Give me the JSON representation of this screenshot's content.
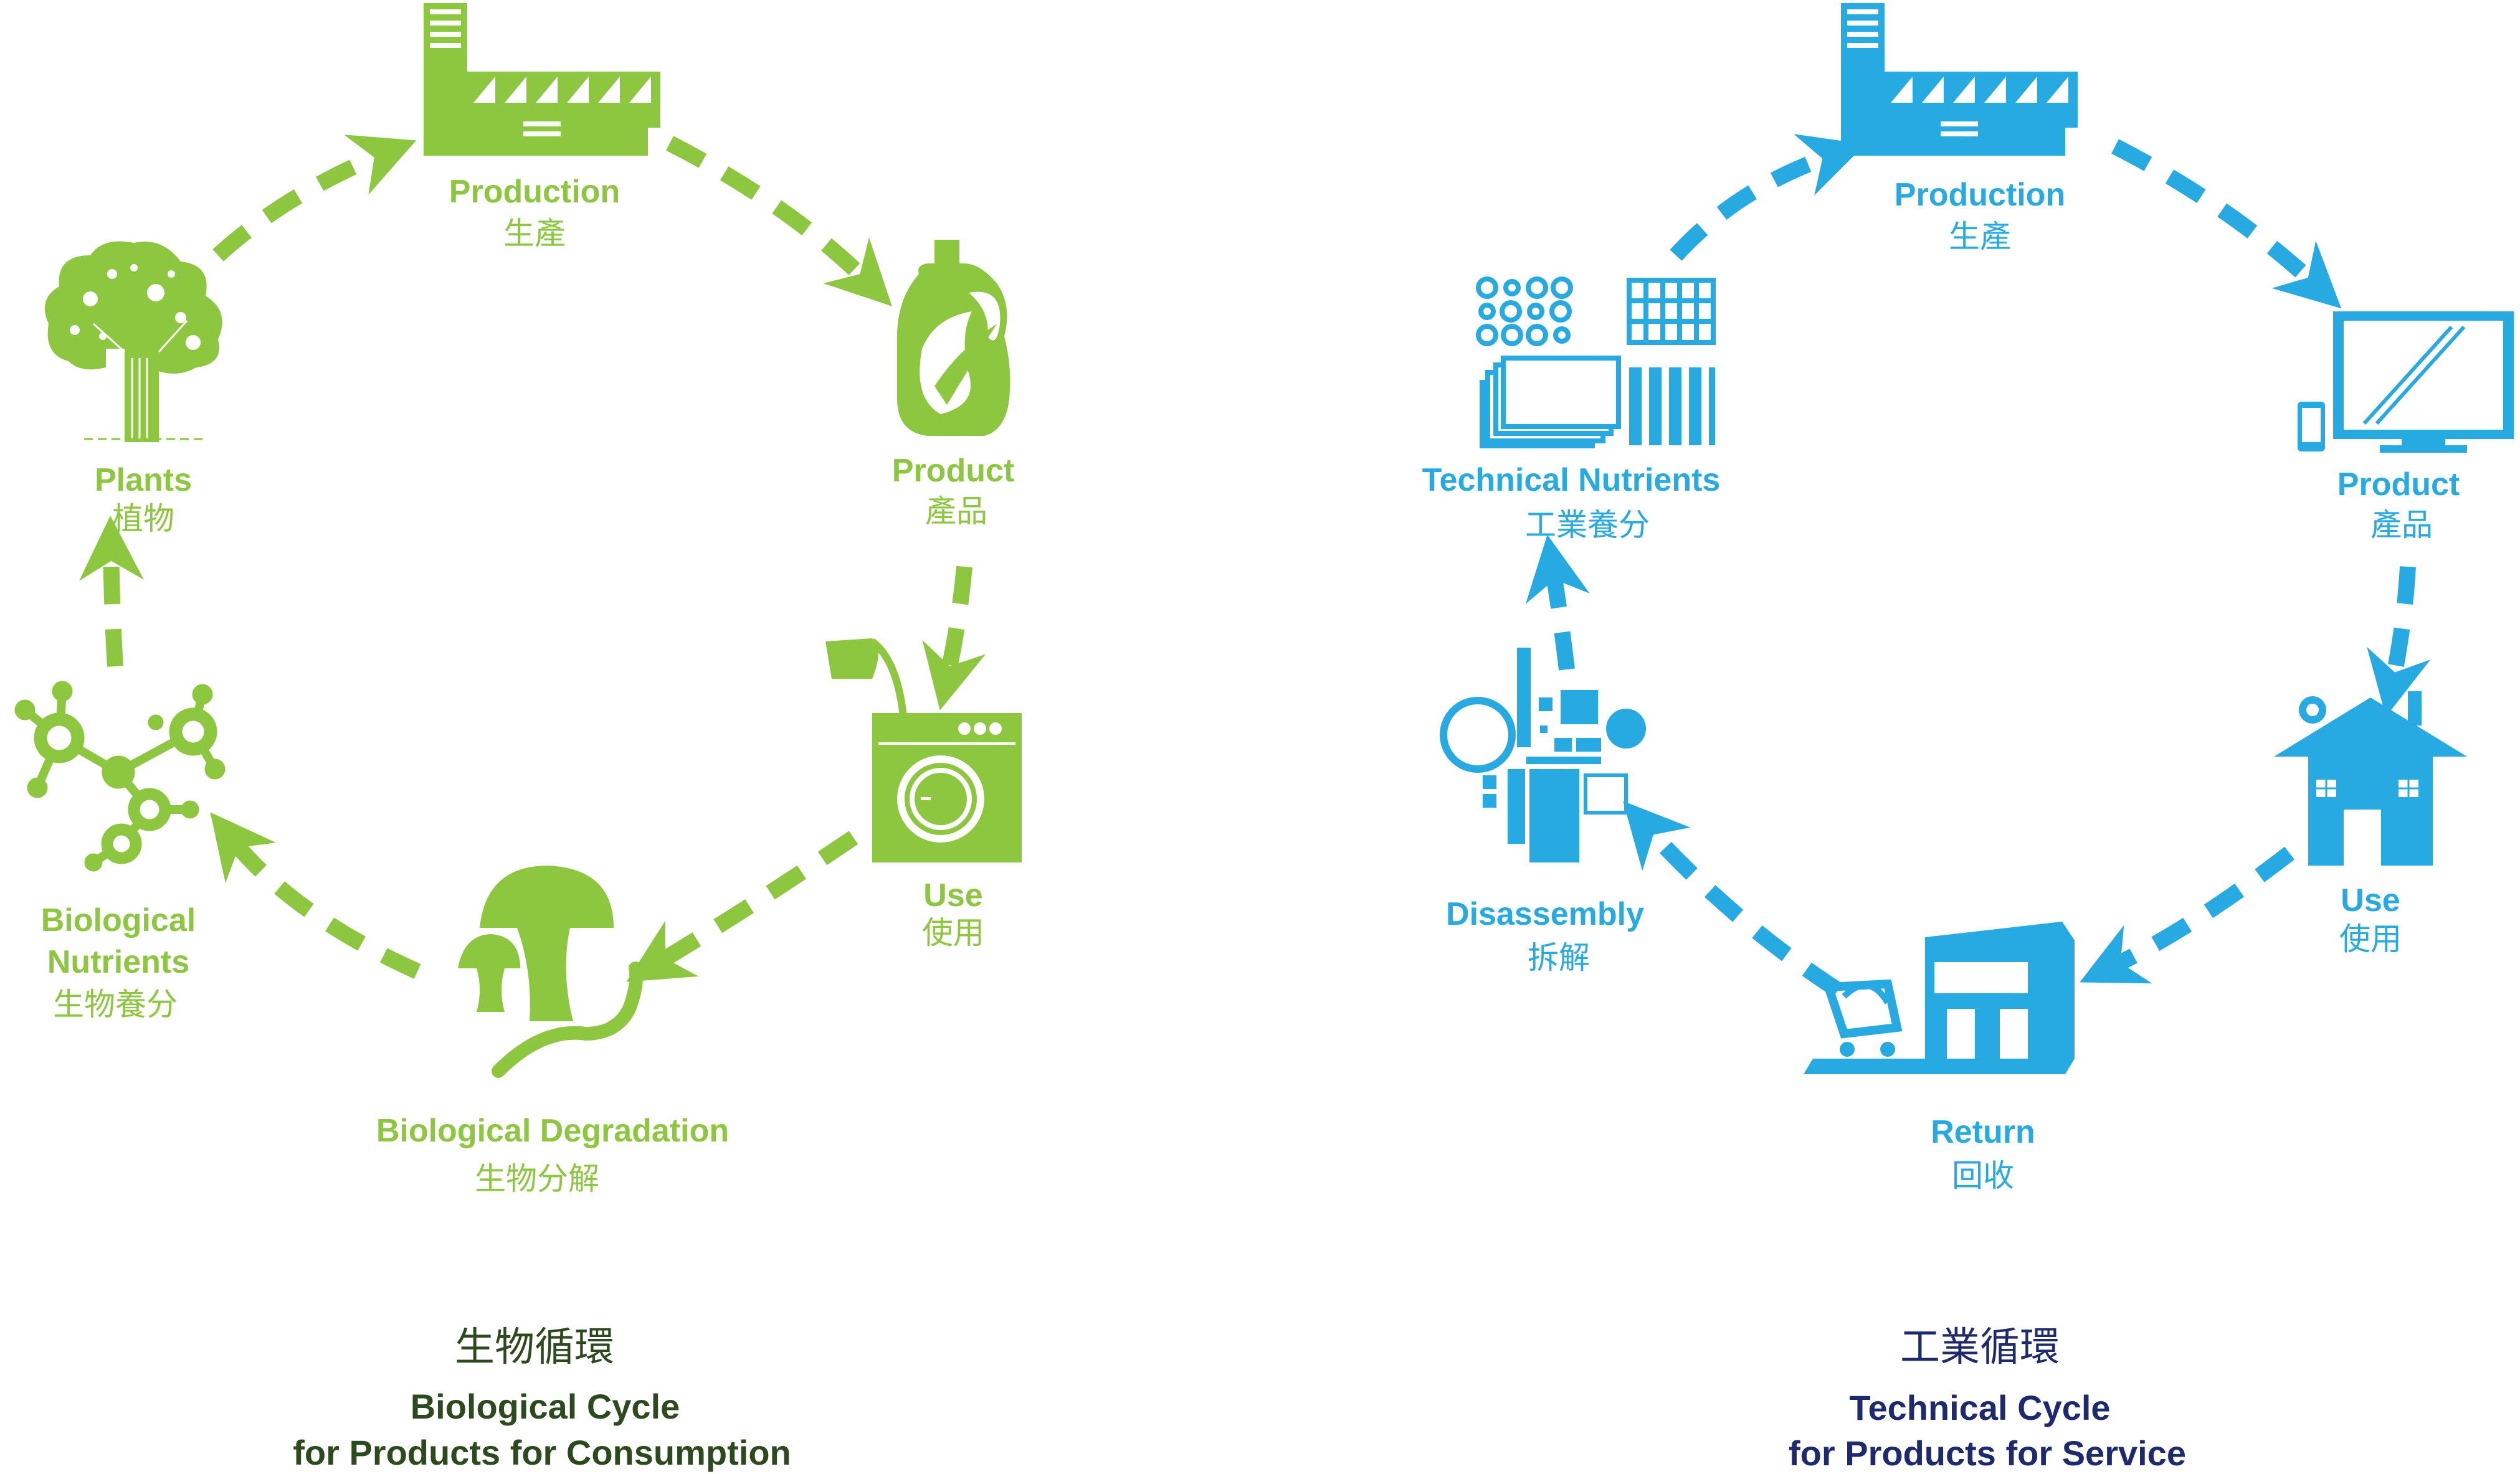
{
  "colors": {
    "biological": "#8dc63f",
    "technical": "#27aae1",
    "bio_caption": "#2d4a1e",
    "tech_caption": "#1e2a6e"
  },
  "biological": {
    "caption_zh": "生物循環",
    "caption_en_1": "Biological Cycle",
    "caption_en_2": "for Products for Consumption",
    "stages": {
      "production": {
        "en": "Production",
        "zh": "生產",
        "icon": "factory-icon"
      },
      "product": {
        "en": "Product",
        "zh": "產品",
        "icon": "bottle-icon"
      },
      "use": {
        "en": "Use",
        "zh": "使用",
        "icon": "washing-machine-icon"
      },
      "degradation": {
        "en": "Biological  Degradation",
        "zh": "生物分解",
        "icon": "mushroom-worm-icon"
      },
      "nutrients": {
        "en_1": "Biological",
        "en_2": "Nutrients",
        "zh": "生物養分",
        "icon": "molecule-icon"
      },
      "plants": {
        "en": "Plants",
        "zh": "植物",
        "icon": "tree-icon"
      }
    }
  },
  "technical": {
    "caption_zh": "工業循環",
    "caption_en_1": "Technical Cycle",
    "caption_en_2": "for Products for Service",
    "stages": {
      "production": {
        "en": "Production",
        "zh": "生產",
        "icon": "factory-icon"
      },
      "product": {
        "en": "Product",
        "zh": "產品",
        "icon": "monitor-phone-icon"
      },
      "use": {
        "en": "Use",
        "zh": "使用",
        "icon": "house-icon"
      },
      "return": {
        "en": "Return",
        "zh": "回收",
        "icon": "store-cart-icon"
      },
      "disassembly": {
        "en": "Disassembly",
        "zh": "拆解",
        "icon": "parts-icon"
      },
      "nutrients": {
        "en": "Technical Nutrients",
        "zh": "工業養分",
        "icon": "materials-icon"
      }
    }
  }
}
